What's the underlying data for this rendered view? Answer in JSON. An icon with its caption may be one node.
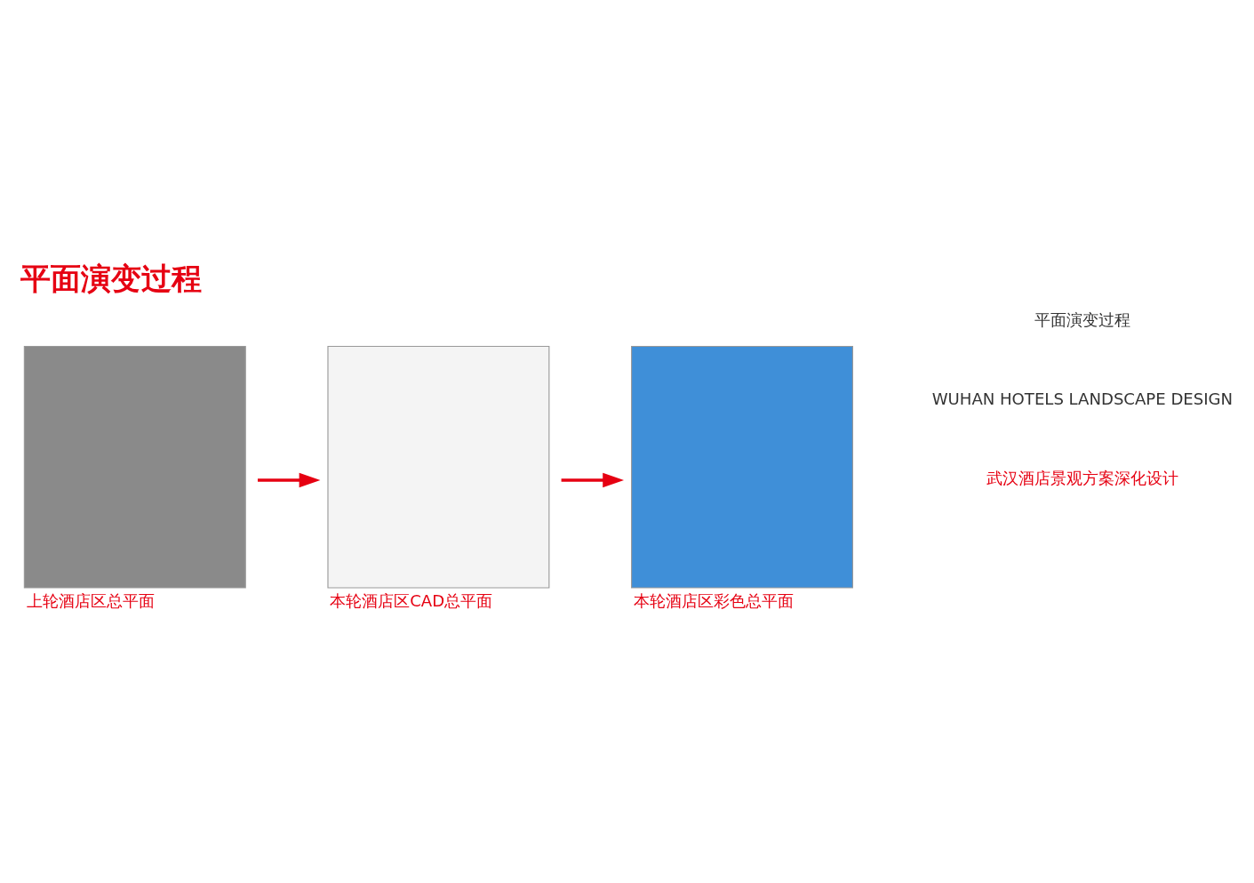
{
  "diagram": {
    "title": "平面演变过程",
    "nodes": [
      {
        "text": [],
        "shape": "box",
        "beside": [
          "上轮酒店区总平面"
        ]
      },
      {
        "text": [],
        "shape": "box",
        "beside": [
          "本轮酒店区CAD总平面"
        ]
      },
      {
        "text": [],
        "shape": "box",
        "beside": [
          "本轮酒店区彩色总平面"
        ]
      }
    ],
    "edges": [
      {
        "from": 0,
        "to": 1,
        "arrow": "to"
      },
      {
        "from": 1,
        "to": 2,
        "arrow": "to"
      }
    ],
    "labels": [
      "武汉酒店景观方案深化设计",
      "WUHAN HOTELS LANDSCAPE DESIGN",
      "平面演变过程"
    ]
  }
}
